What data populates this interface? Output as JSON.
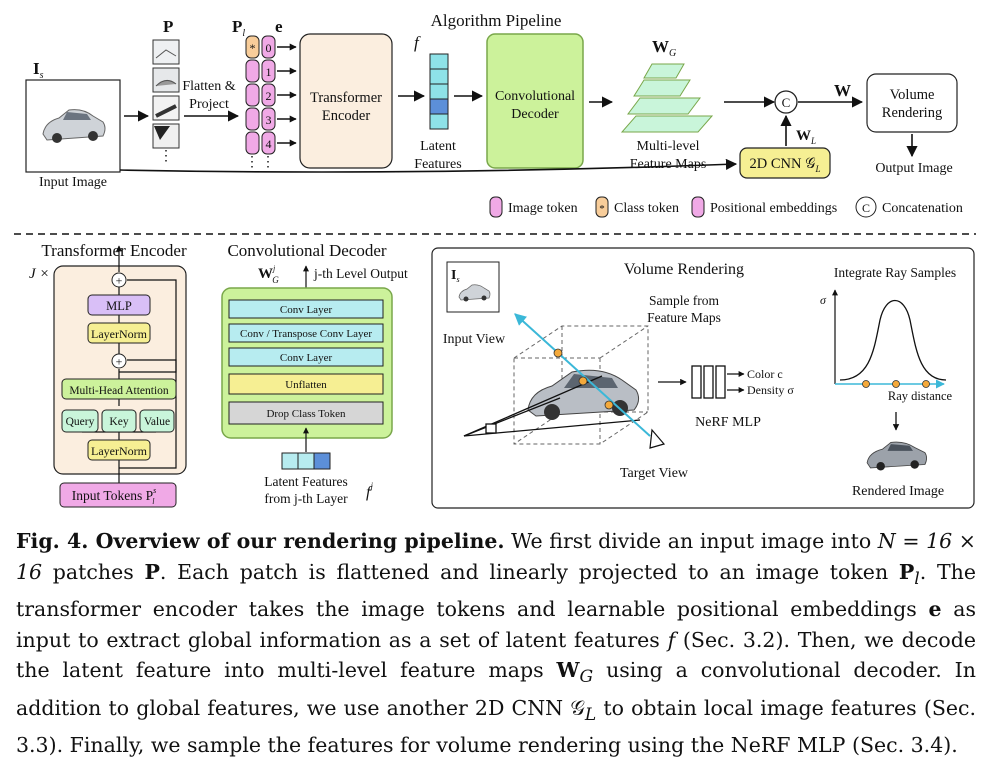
{
  "top": {
    "title": "Algorithm Pipeline",
    "input_image_label": "Input Image",
    "input_symbol": "I",
    "input_symbol_sub": "s",
    "patches_symbol": "P",
    "tokens_symbol": "P",
    "tokens_symbol_sub": "l",
    "pos_symbol": "e",
    "flatten_label_1": "Flatten &",
    "flatten_label_2": "Project",
    "class_star": "*",
    "pos_numbers": [
      "0",
      "1",
      "2",
      "3",
      "4"
    ],
    "ellipsis": "⋮",
    "transformer_1": "Transformer",
    "transformer_2": "Encoder",
    "f_symbol": "f",
    "latent_1": "Latent",
    "latent_2": "Features",
    "decoder_1": "Convolutional",
    "decoder_2": "Decoder",
    "wg_symbol": "W",
    "wg_sub": "G",
    "multilevel_1": "Multi-level",
    "multilevel_2": "Feature Maps",
    "concat_symbol": "C",
    "w_symbol": "W",
    "wl_symbol": "W",
    "wl_sub": "L",
    "cnn_label": "2D CNN 𝒢",
    "cnn_sub": "L",
    "volume_1": "Volume",
    "volume_2": "Rendering",
    "output_label": "Output Image"
  },
  "legend": {
    "image_token": "Image token",
    "class_token": "Class token",
    "positional": "Positional embeddings",
    "concatenation": "Concatenation",
    "star": "*",
    "c": "C"
  },
  "encoder": {
    "title": "Transformer Encoder",
    "jx": "J ×",
    "plus": "+",
    "mlp": "MLP",
    "layernorm_top": "LayerNorm",
    "mha": "Multi-Head Attention",
    "query": "Query",
    "key": "Key",
    "value": "Value",
    "layernorm_bottom": "LayerNorm",
    "input_tokens": "Input Tokens P",
    "input_tokens_sub": "l",
    "input_tokens_sup": "s"
  },
  "decoder": {
    "title": "Convolutional Decoder",
    "wg_symbol": "W",
    "wg_sub": "G",
    "wg_sup": "j",
    "output_label": "j-th Level Output",
    "layers": [
      "Conv Layer",
      "Conv / Transpose Conv Layer",
      "Conv Layer",
      "Unflatten",
      "Drop Class Token"
    ],
    "latent_1": "Latent Features",
    "latent_2": "from j-th Layer",
    "fj": "f",
    "fj_sup": "j"
  },
  "volume": {
    "title": "Volume Rendering",
    "is_symbol": "I",
    "is_sub": "s",
    "input_view": "Input View",
    "sample_1": "Sample from",
    "sample_2": "Feature Maps",
    "color": "Color c",
    "density": "Density σ",
    "nerf": "NeRF MLP",
    "target_view": "Target View",
    "integrate": "Integrate Ray Samples",
    "sigma": "σ",
    "ray_distance": "Ray distance",
    "rendered": "Rendered Image"
  },
  "caption": {
    "label": "Fig. 4. Overview of our rendering pipeline.",
    "body_1": " We first divide an input image into ",
    "body_2": "N = 16 × 16",
    "body_3": " patches ",
    "body_4": "P",
    "body_5": ". Each patch is flattened and linearly projected to an image token ",
    "body_6": "P",
    "body_6_sub": "l",
    "body_7": ". The transformer encoder takes the image tokens and learnable positional embeddings ",
    "body_8": "e",
    "body_9": " as input to extract global information as a set of latent features ",
    "body_10": "f",
    "body_11": " (Sec. 3.2). Then, we decode the latent feature into multi-level feature maps ",
    "body_12": "W",
    "body_12_sub": "G",
    "body_13": " using a convolutional decoder. In addition to global features, we use another 2D CNN ",
    "body_14": "𝒢",
    "body_14_sub": "L",
    "body_15": " to obtain local image features (Sec. 3.3). Finally, we sample the features for volume rendering using the NeRF MLP (Sec. 3.4)."
  },
  "colors": {
    "pink": "#f0a9e6",
    "orange": "#f8cd9a",
    "beige": "#fbeedf",
    "green": "#ccf29b",
    "green_edge": "#79a74a",
    "cyan": "#8ee2e8",
    "blue": "#5c8fd9",
    "yellow": "#f6ef93",
    "mint": "#c9f5da"
  }
}
